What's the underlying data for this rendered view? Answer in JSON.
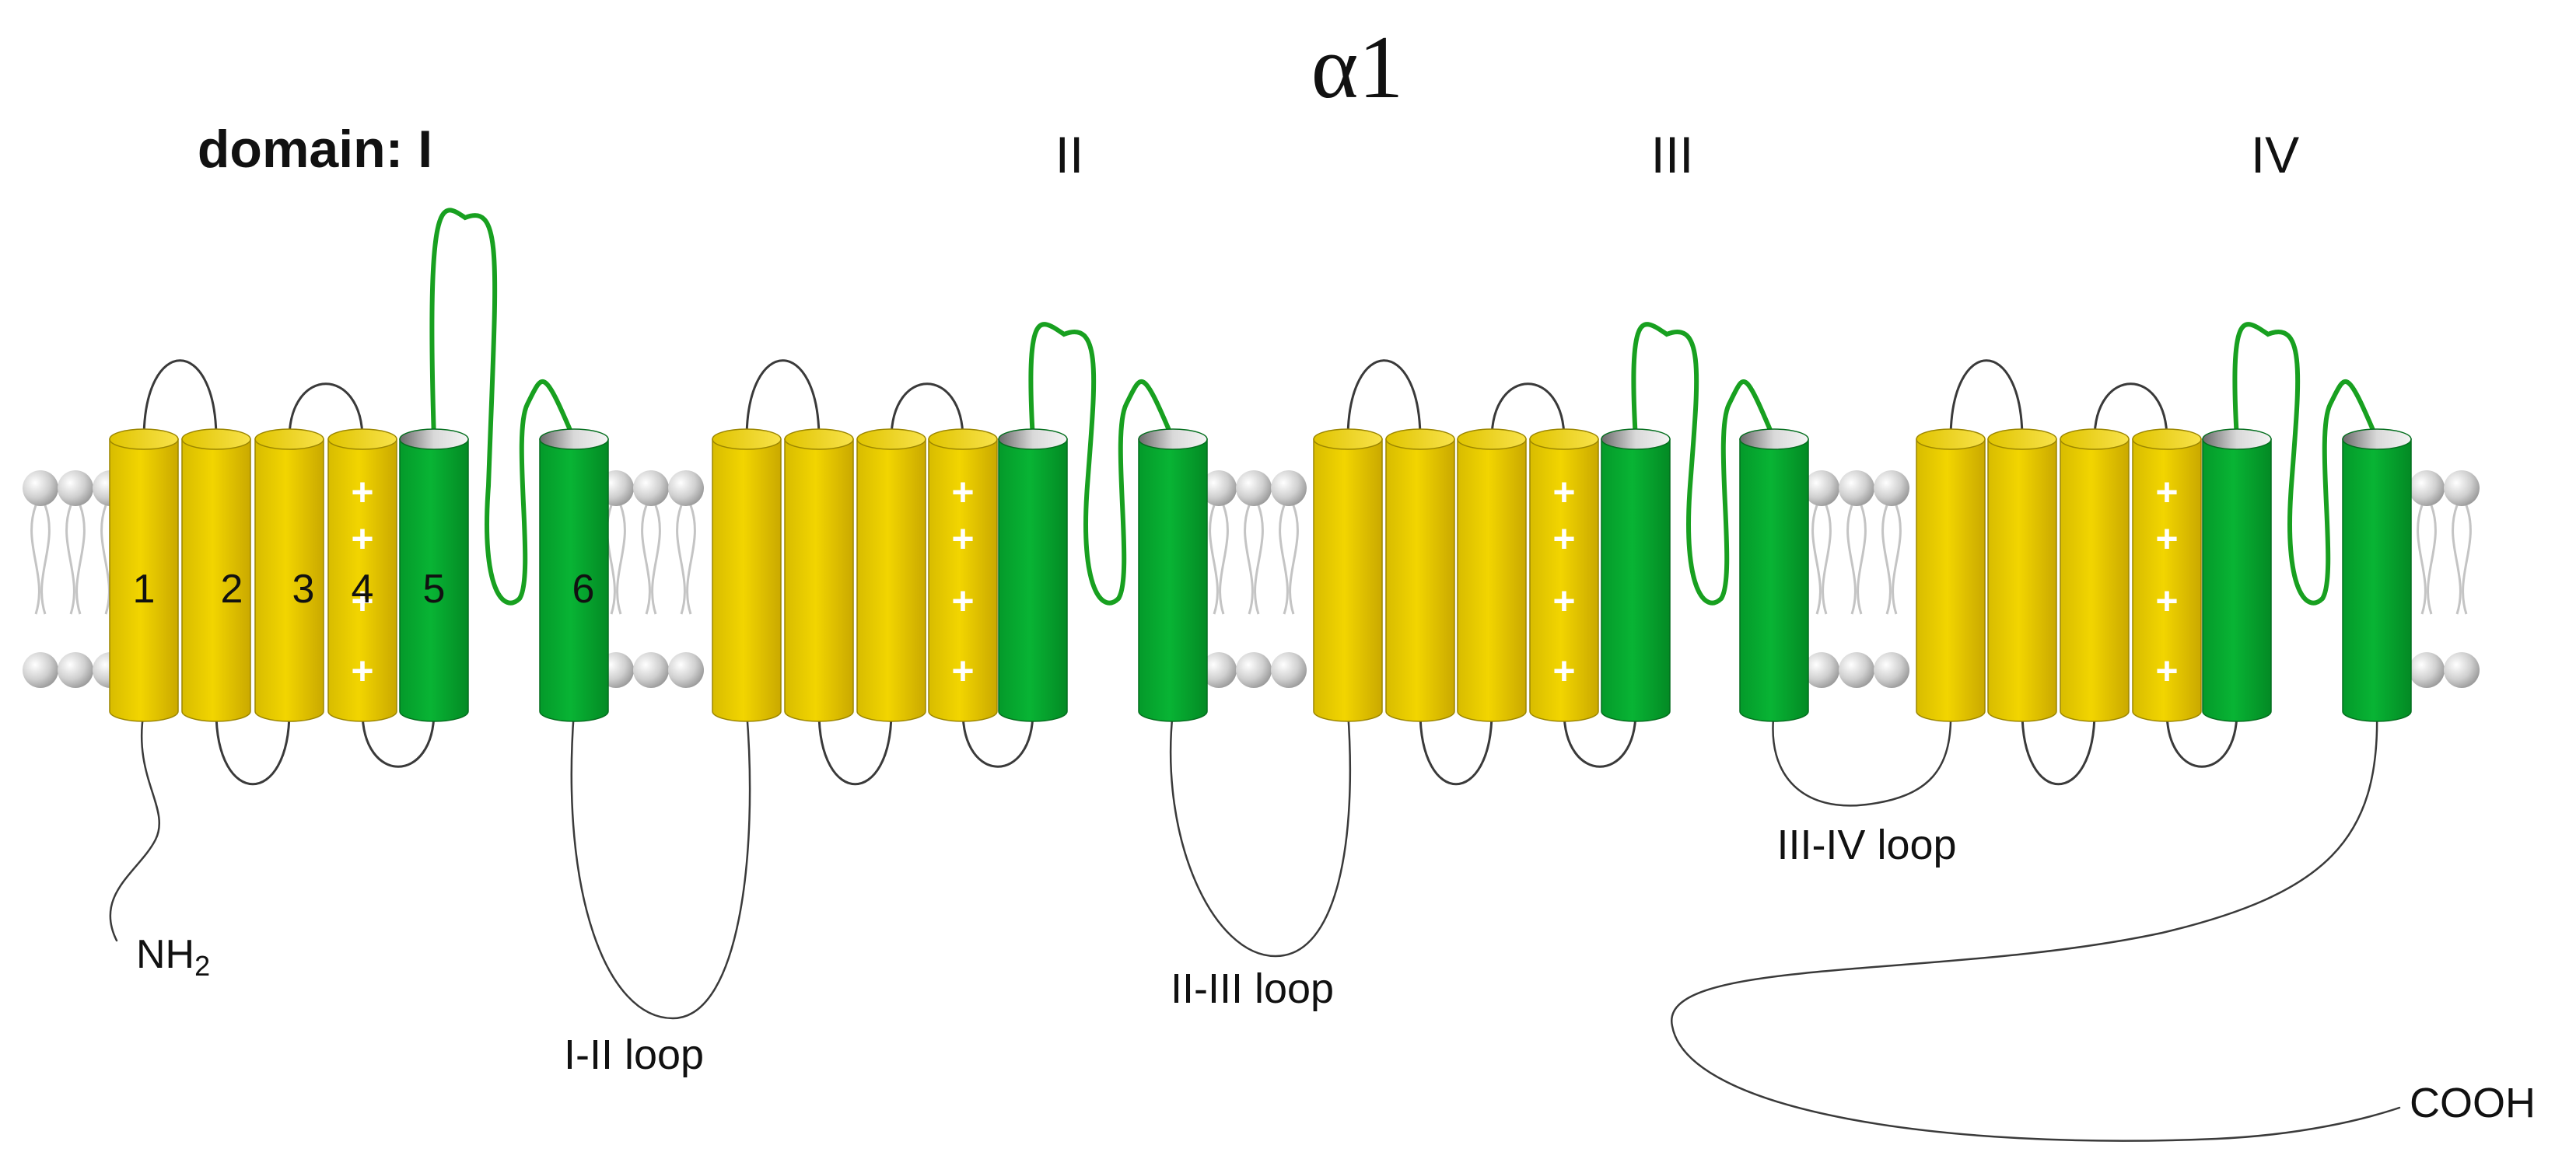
{
  "title": "α1",
  "domains": [
    {
      "label": "domain: I"
    },
    {
      "label": "II"
    },
    {
      "label": "III"
    },
    {
      "label": "IV"
    }
  ],
  "segment_labels": [
    "1",
    "2",
    "3",
    "4",
    "5",
    "6"
  ],
  "charge_symbol": "+",
  "loops": {
    "i_ii": "I-II loop",
    "ii_iii": "II-III loop",
    "iii_iv": "III-IV loop"
  },
  "termini": {
    "n": "NH",
    "n_sub": "2",
    "c": "COOH"
  },
  "colors": {
    "voltage_sensor": "#e8cc00",
    "pore": "#04a82e",
    "membrane_head": "#c8c8c8",
    "loop": "#3a3a3a",
    "pore_loop": "#18a020"
  }
}
